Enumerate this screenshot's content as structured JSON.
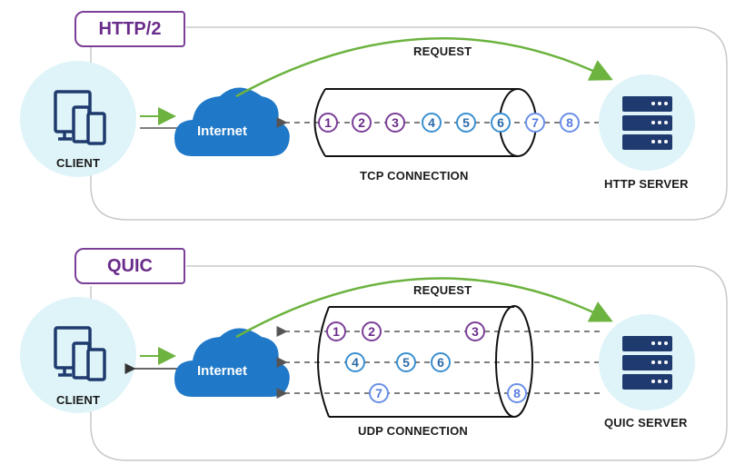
{
  "http2": {
    "tag": "HTTP/2",
    "request_label": "REQUEST",
    "client_label": "CLIENT",
    "internet_label": "Internet",
    "connection_label": "TCP CONNECTION",
    "server_label": "HTTP SERVER",
    "packets": [
      "1",
      "2",
      "3",
      "4",
      "5",
      "6",
      "7",
      "8"
    ]
  },
  "quic": {
    "tag": "QUIC",
    "request_label": "REQUEST",
    "client_label": "CLIENT",
    "internet_label": "Internet",
    "connection_label": "UDP CONNECTION",
    "server_label": "QUIC SERVER",
    "stream1_packets": [
      "1",
      "2",
      "3"
    ],
    "stream2_packets": [
      "4",
      "5",
      "6"
    ],
    "stream3_packets": [
      "7",
      "8"
    ]
  },
  "colors": {
    "purple": "#7b3f98",
    "blue": "#3a8fd0",
    "light_blue": "#6a8fe8",
    "cloud": "#1f78c8",
    "server": "#1e3a6e",
    "arrow_green": "#6cb33f",
    "circle_bg": "#dff4f8"
  },
  "icons": [
    "devices-icon",
    "cloud-icon",
    "server-icon",
    "arrow-icon"
  ]
}
